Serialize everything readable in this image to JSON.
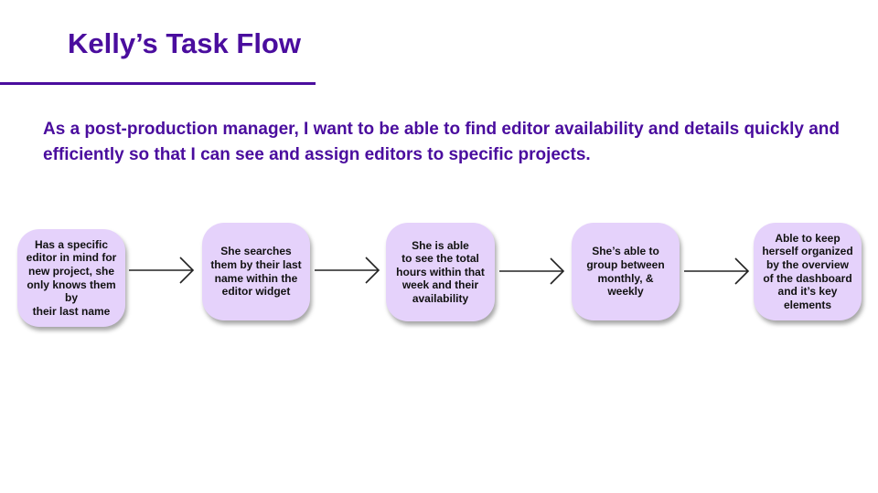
{
  "slide": {
    "title": "Kelly’s Task Flow",
    "user_story": "As a post-production manager, I want to be able to find editor availability and details quickly and efficiently so that I can see and assign editors to specific projects."
  },
  "flow": {
    "steps": [
      {
        "text": "Has a specific\neditor in mind for\nnew project, she\nonly knows them by\ntheir last name"
      },
      {
        "text": "She searches\nthem by their last\nname within the\neditor widget"
      },
      {
        "text": "She is able\nto see the total\nhours within that\nweek and their\navailability"
      },
      {
        "text": "She’s able to\ngroup between\nmonthly, &\nweekly"
      },
      {
        "text": "Able to keep\nherself organized\nby the overview\nof the dashboard\nand it’s key\nelements"
      }
    ]
  },
  "colors": {
    "title": "#4a0d9e",
    "step_fill": "#e5d2fb",
    "arrow": "#222222"
  }
}
